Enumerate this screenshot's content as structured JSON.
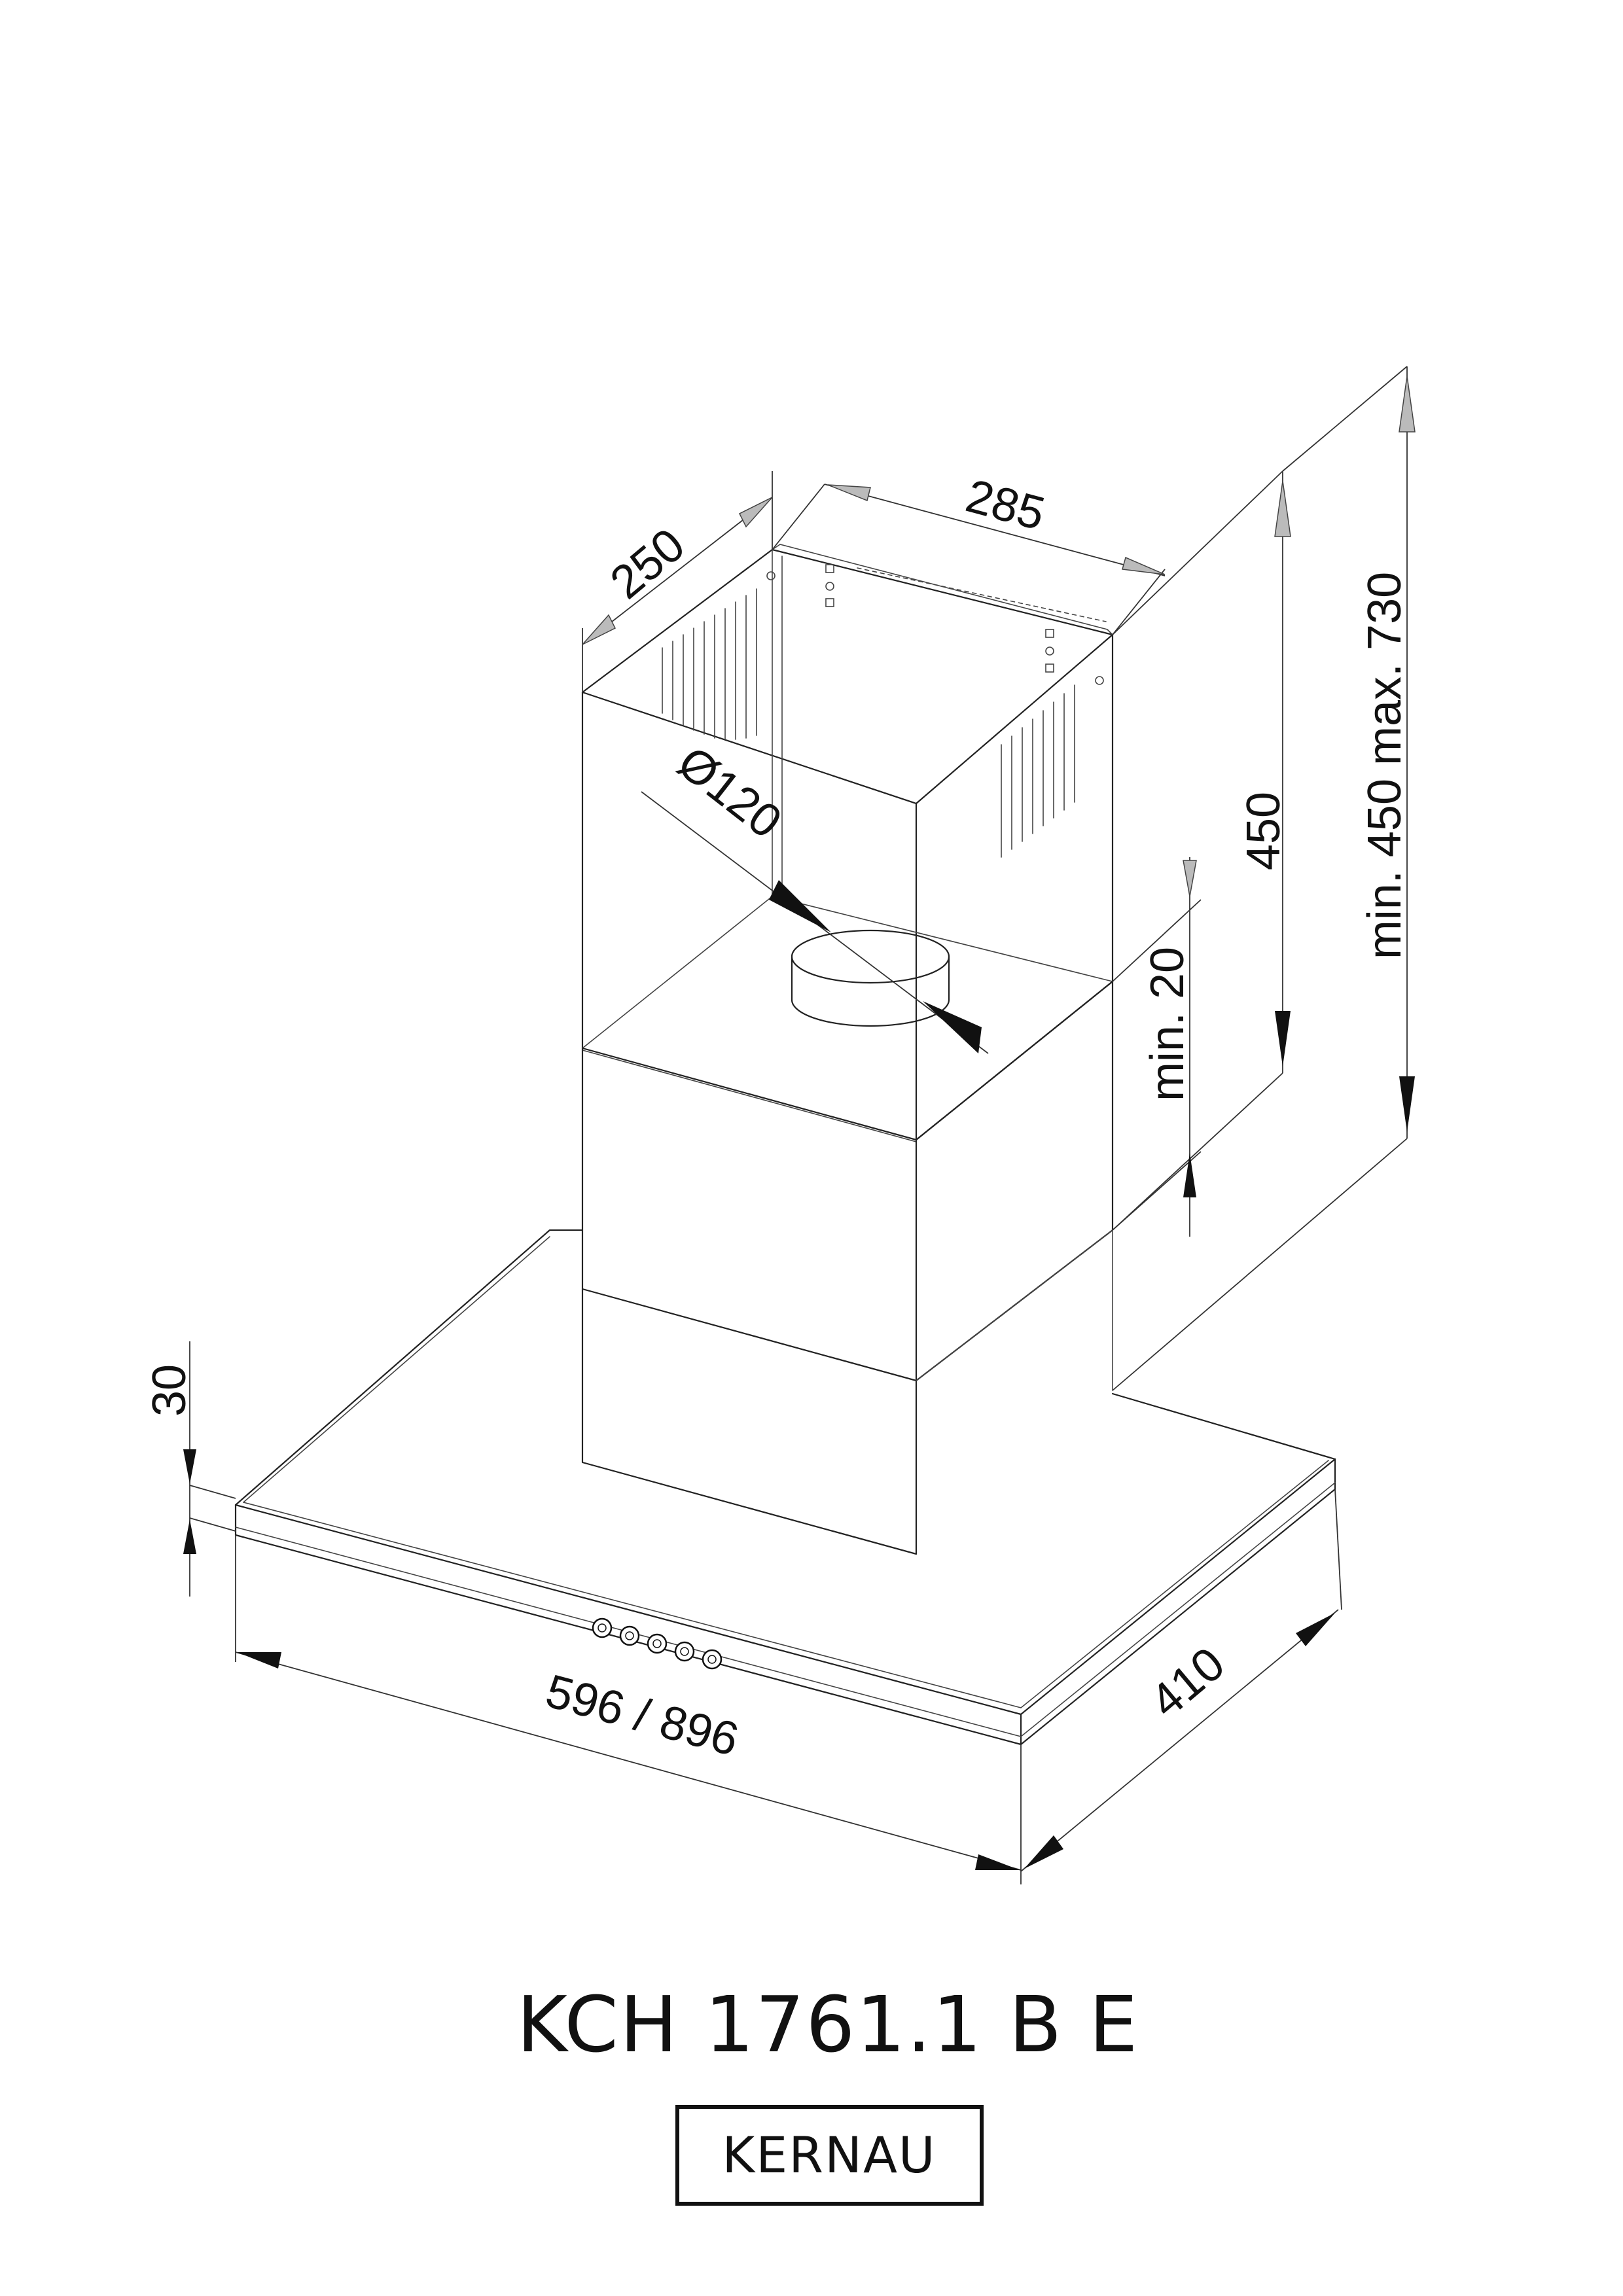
{
  "diagram": {
    "dimensions": {
      "chimney_depth": "250",
      "chimney_width": "285",
      "duct_diameter": "Ø120",
      "chimney_height": "450",
      "chimney_range": "min. 450 max. 730",
      "min_gap": "min. 20",
      "canopy_thickness": "30",
      "canopy_width": "596 / 896",
      "canopy_depth": "410"
    },
    "model": "KCH 1761.1 B E",
    "brand": "KERNAU"
  }
}
